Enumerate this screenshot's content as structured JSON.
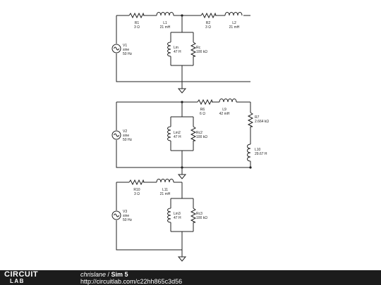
{
  "circuits": [
    {
      "source": {
        "name": "V1",
        "type": "sine",
        "freq": "50 Hz"
      },
      "parts": [
        {
          "name": "R1",
          "value": "3 Ω"
        },
        {
          "name": "L1",
          "value": "21 mH"
        },
        {
          "name": "R2",
          "value": "3 Ω"
        },
        {
          "name": "L2",
          "value": "21 mH"
        },
        {
          "name": "Lm",
          "value": "47 H"
        },
        {
          "name": "Rc",
          "value": "100 kΩ"
        }
      ]
    },
    {
      "source": {
        "name": "V2",
        "type": "sine",
        "freq": "50 Hz"
      },
      "parts": [
        {
          "name": "R6",
          "value": "6 Ω"
        },
        {
          "name": "L9",
          "value": "42 mH"
        },
        {
          "name": "Lm2",
          "value": "47 H"
        },
        {
          "name": "Rc2",
          "value": "100 kΩ"
        },
        {
          "name": "R7",
          "value": "2.664 kΩ"
        },
        {
          "name": "L10",
          "value": "29.67 H"
        }
      ]
    },
    {
      "source": {
        "name": "V3",
        "type": "sine",
        "freq": "50 Hz"
      },
      "parts": [
        {
          "name": "R10",
          "value": "3 Ω"
        },
        {
          "name": "L11",
          "value": "21 mH"
        },
        {
          "name": "Lm3",
          "value": "47 H"
        },
        {
          "name": "Rc3",
          "value": "100 kΩ"
        }
      ]
    }
  ],
  "footer": {
    "logo_top": "CIRCUIT",
    "logo_bottom": "LAB",
    "author": "chrislane",
    "separator": " / ",
    "title": "Sim 5",
    "url": "http://circuitlab.com/c22hh865c3d56"
  }
}
